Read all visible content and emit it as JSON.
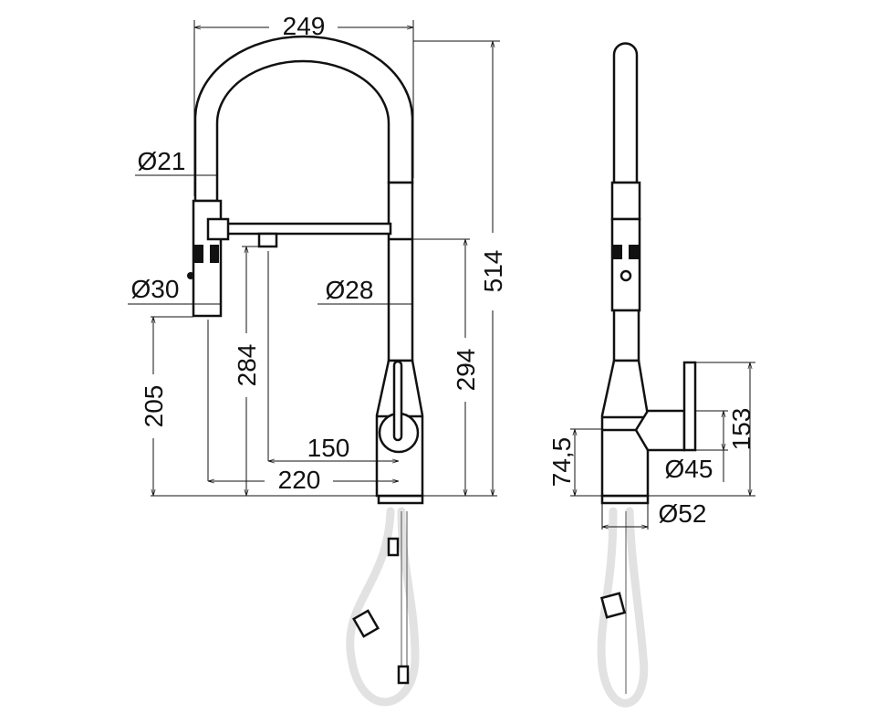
{
  "front_view": {
    "width": "249",
    "height_total": "514",
    "hose_diameter": "Ø21",
    "head_diameter": "Ø30",
    "body_diameter": "Ø28",
    "head_height": "205",
    "spout_height": "284",
    "body_height": "294",
    "reach_spout": "150",
    "reach_head": "220"
  },
  "side_view": {
    "lever_height": "153",
    "lever_diameter": "Ø45",
    "base_height": "74,5",
    "base_diameter": "Ø52"
  },
  "colors": {
    "line": "#111111",
    "hose": "#e2e2e2"
  }
}
